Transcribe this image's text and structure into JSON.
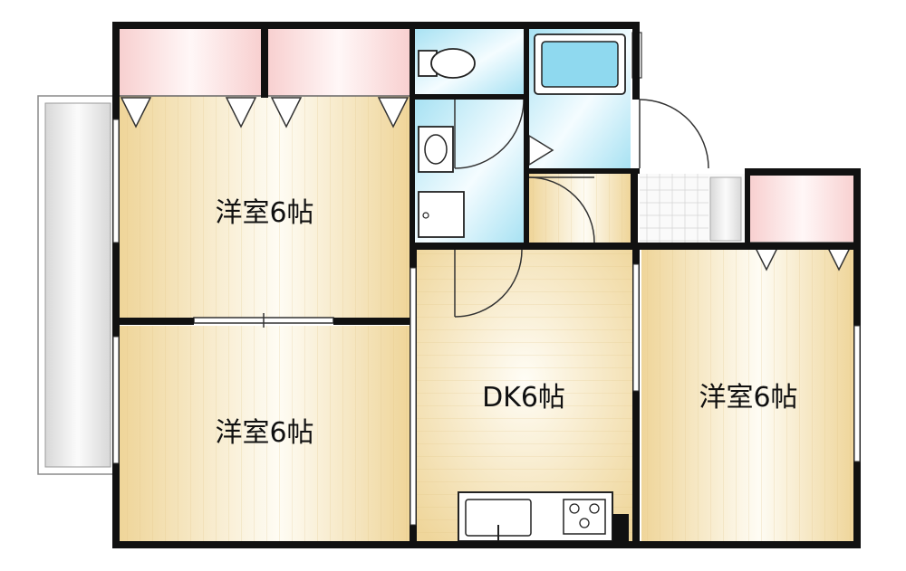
{
  "rooms": {
    "west_upper": {
      "label": "洋室6帖"
    },
    "west_lower": {
      "label": "洋室6帖"
    },
    "dk": {
      "label": "DK6帖"
    },
    "east": {
      "label": "洋室6帖"
    }
  },
  "colors": {
    "wall": "#111111",
    "floor_light": "#fefcf4",
    "floor_dark": "#efd599",
    "wet_area": "#bdeaf6",
    "closet": "#f9d6d6",
    "balcony": "#e9e9e9"
  },
  "icons": {
    "toilet": "toilet-icon",
    "bathtub": "bathtub-icon",
    "washbasin": "washbasin-icon",
    "kitchen_sink": "sink-icon",
    "stove": "stove-icon"
  }
}
